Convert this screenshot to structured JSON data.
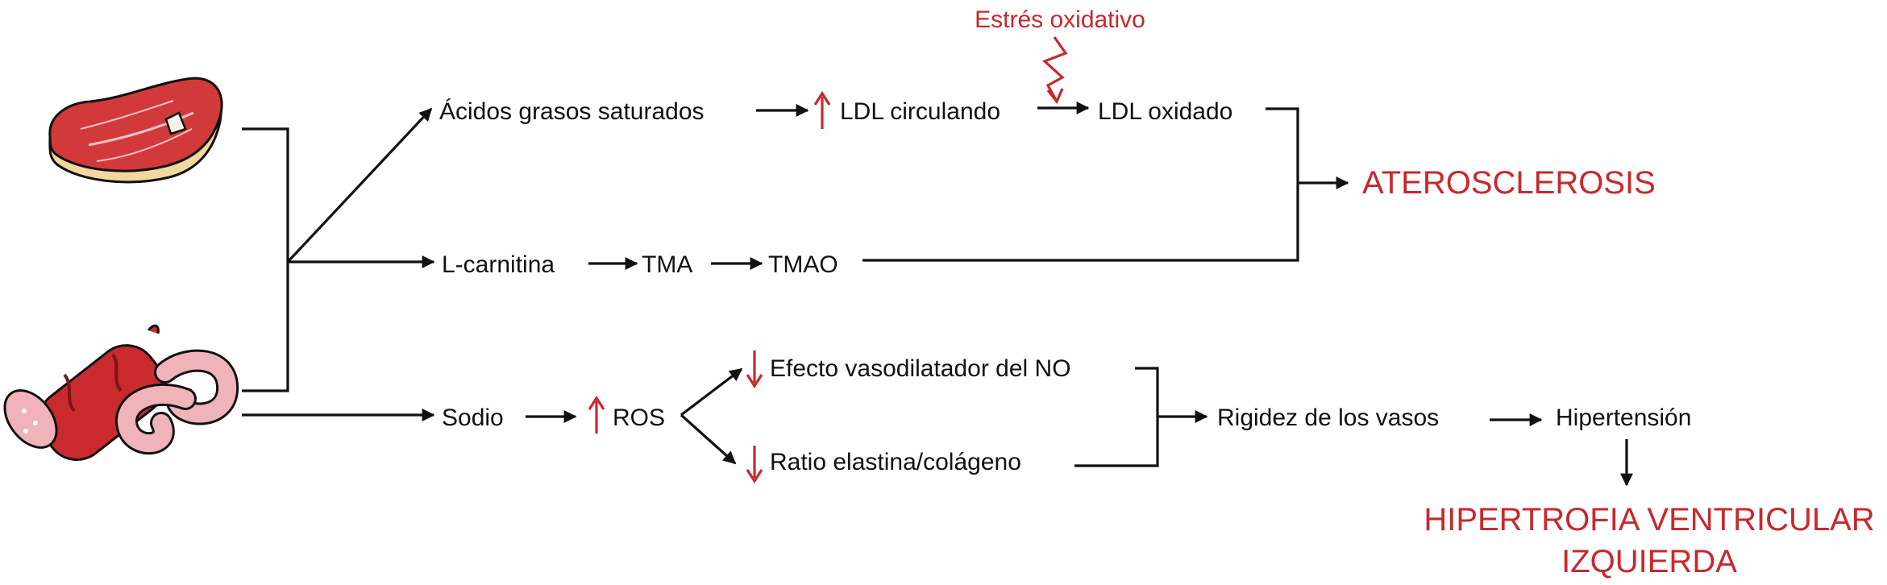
{
  "colors": {
    "text": "#111111",
    "accent_red": "#c8282d",
    "meat": "#d2393a",
    "fat": "#f3d7a0",
    "sausage": "#f1b3ba"
  },
  "icons": {
    "steak": "steak-icon",
    "sausages": "sausages-icon",
    "lightning": "lightning-icon",
    "up": "red-up-arrow-icon",
    "down": "red-down-arrow-icon"
  },
  "nodes": {
    "estres": "Estrés oxidativo",
    "acidos": "Ácidos grasos saturados",
    "ldl_circ": "LDL circulando",
    "ldl_ox": "LDL oxidado",
    "ateros": "ATEROSCLEROSIS",
    "lcarn": "L-carnitina",
    "tma": "TMA",
    "tmao": "TMAO",
    "sodio": "Sodio",
    "ros": "ROS",
    "no": "Efecto vasodilatador del NO",
    "ratio": "Ratio elastina/colágeno",
    "rigidez": "Rigidez de los vasos",
    "hiper": "Hipertensión",
    "hvi_1": "HIPERTROFIA VENTRICULAR",
    "hvi_2": "IZQUIERDA"
  }
}
